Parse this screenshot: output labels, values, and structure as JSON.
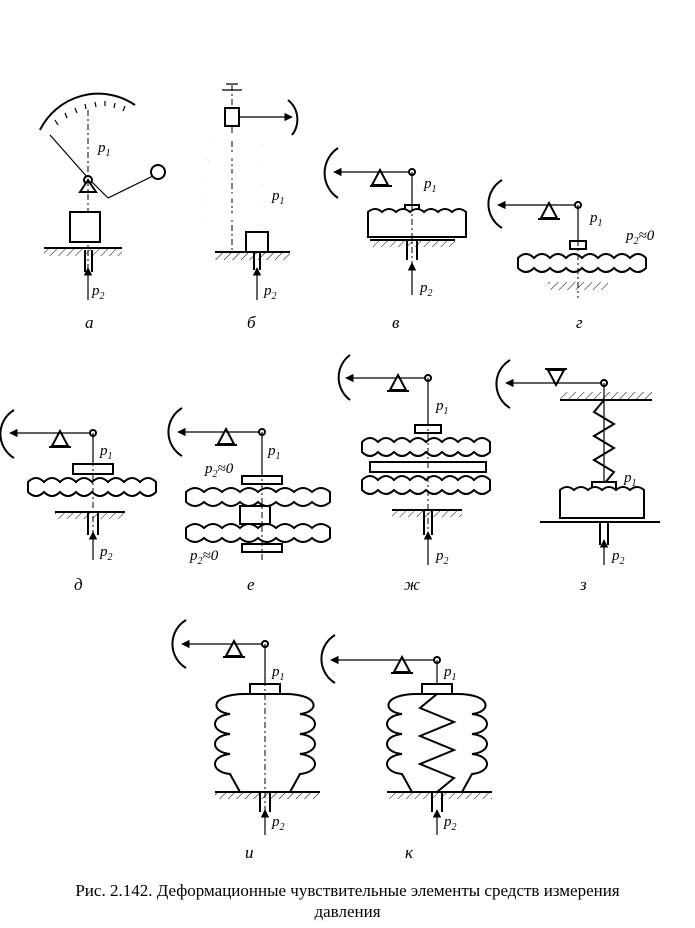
{
  "pressure_labels": {
    "p1": "p",
    "p1_sub": "1",
    "p2": "p",
    "p2_sub": "2",
    "p2_approx_zero": "p",
    "p2_approx_zero_sub": "2",
    "p2_approx_zero_suffix": "≈0"
  },
  "panels": [
    {
      "id": "a",
      "caption": "а"
    },
    {
      "id": "b",
      "caption": "б"
    },
    {
      "id": "v",
      "caption": "в"
    },
    {
      "id": "g",
      "caption": "г"
    },
    {
      "id": "d",
      "caption": "д"
    },
    {
      "id": "e",
      "caption": "е"
    },
    {
      "id": "zh",
      "caption": "ж"
    },
    {
      "id": "z",
      "caption": "з"
    },
    {
      "id": "i",
      "caption": "и"
    },
    {
      "id": "k",
      "caption": "к"
    }
  ],
  "caption": {
    "line1": "Рис. 2.142. Деформационные чувствительные элементы средств измерения",
    "line2": "давления"
  }
}
